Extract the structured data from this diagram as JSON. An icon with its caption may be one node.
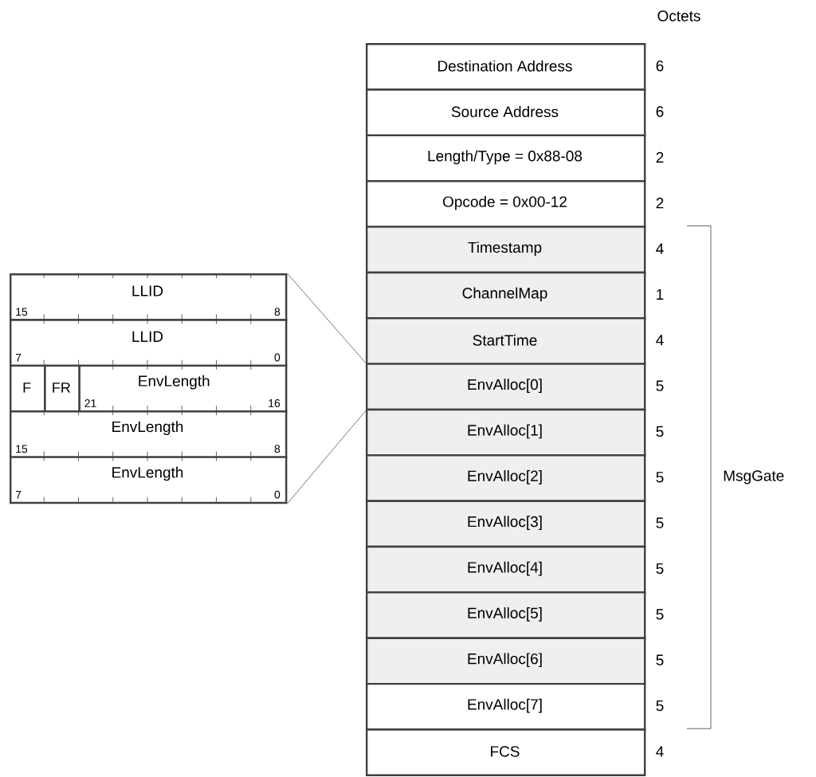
{
  "diagram": {
    "nodes": [
      {
        "text": [
          "Destination Address"
        ],
        "beside": [
          "6"
        ]
      },
      {
        "text": [
          "Source Address"
        ],
        "beside": [
          "6"
        ]
      },
      {
        "text": [
          "Length/Type = 0x88-08"
        ],
        "beside": [
          "2"
        ]
      },
      {
        "text": [
          "Opcode = 0x00-12"
        ],
        "beside": [
          "2"
        ]
      },
      {
        "text": [
          "Timestamp"
        ],
        "beside": [
          "4"
        ]
      },
      {
        "text": [
          "ChannelMap"
        ],
        "beside": [
          "1"
        ]
      },
      {
        "text": [
          "StartTime"
        ],
        "beside": [
          "4"
        ]
      },
      {
        "text": [
          "EnvAlloc[0]"
        ],
        "beside": [
          "5"
        ]
      },
      {
        "text": [
          "EnvAlloc[1]"
        ],
        "beside": [
          "5"
        ]
      },
      {
        "text": [
          "EnvAlloc[2]"
        ],
        "beside": [
          "5"
        ]
      },
      {
        "text": [
          "EnvAlloc[3]"
        ],
        "beside": [
          "5"
        ]
      },
      {
        "text": [
          "EnvAlloc[4]"
        ],
        "beside": [
          "5"
        ]
      },
      {
        "text": [
          "EnvAlloc[5]"
        ],
        "beside": [
          "5"
        ]
      },
      {
        "text": [
          "EnvAlloc[6]"
        ],
        "beside": [
          "5"
        ]
      },
      {
        "text": [
          "EnvAlloc[7]"
        ],
        "beside": [
          "5"
        ]
      },
      {
        "text": [
          "FCS"
        ],
        "beside": [
          "4"
        ]
      },
      {
        "text": [
          "LLID",
          "15",
          "8"
        ]
      },
      {
        "text": [
          "LLID",
          "7",
          "0"
        ]
      },
      {
        "text": [
          "F"
        ]
      },
      {
        "text": [
          "FR"
        ]
      },
      {
        "text": [
          "EnvLength",
          "21",
          "16"
        ]
      },
      {
        "text": [
          "EnvLength",
          "15",
          "8"
        ]
      },
      {
        "text": [
          "EnvLength",
          "7",
          "0"
        ]
      }
    ],
    "edges": [
      {
        "from": 16,
        "to": 7,
        "arrow": "none"
      },
      {
        "from": 22,
        "to": 7,
        "arrow": "none"
      }
    ],
    "labels": [
      "Octets",
      "MsgGate"
    ]
  }
}
